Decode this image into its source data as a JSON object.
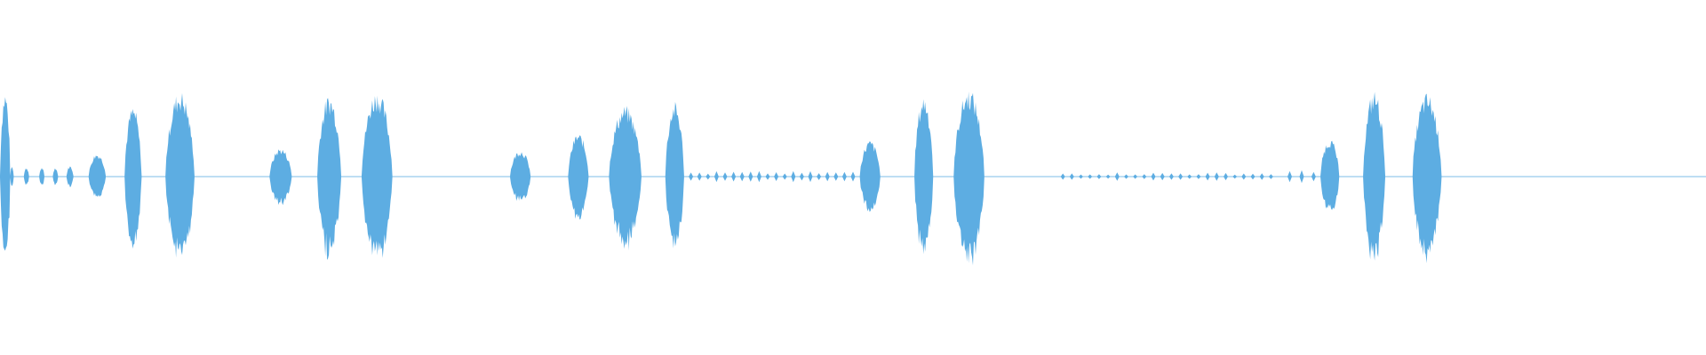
{
  "waveform": {
    "color": "#5dade2",
    "background": "#ffffff",
    "duration_fraction_segments": [
      {
        "start": 0.0,
        "end": 0.006,
        "amplitude": 0.95
      },
      {
        "start": 0.006,
        "end": 0.008,
        "amplitude": 0.12
      },
      {
        "start": 0.014,
        "end": 0.017,
        "amplitude": 0.1
      },
      {
        "start": 0.023,
        "end": 0.026,
        "amplitude": 0.1
      },
      {
        "start": 0.031,
        "end": 0.034,
        "amplitude": 0.1
      },
      {
        "start": 0.039,
        "end": 0.043,
        "amplitude": 0.12
      },
      {
        "start": 0.052,
        "end": 0.062,
        "amplitude": 0.26
      },
      {
        "start": 0.073,
        "end": 0.083,
        "amplitude": 0.78
      },
      {
        "start": 0.097,
        "end": 0.114,
        "amplitude": 0.95
      },
      {
        "start": 0.158,
        "end": 0.171,
        "amplitude": 0.32
      },
      {
        "start": 0.186,
        "end": 0.2,
        "amplitude": 0.9
      },
      {
        "start": 0.212,
        "end": 0.23,
        "amplitude": 0.95
      },
      {
        "start": 0.299,
        "end": 0.311,
        "amplitude": 0.3
      },
      {
        "start": 0.333,
        "end": 0.345,
        "amplitude": 0.48
      },
      {
        "start": 0.357,
        "end": 0.376,
        "amplitude": 0.78
      },
      {
        "start": 0.39,
        "end": 0.401,
        "amplitude": 0.82
      },
      {
        "start": 0.504,
        "end": 0.516,
        "amplitude": 0.4
      },
      {
        "start": 0.536,
        "end": 0.547,
        "amplitude": 0.9
      },
      {
        "start": 0.559,
        "end": 0.577,
        "amplitude": 0.97
      },
      {
        "start": 0.774,
        "end": 0.785,
        "amplitude": 0.42
      },
      {
        "start": 0.799,
        "end": 0.812,
        "amplitude": 0.95
      },
      {
        "start": 0.828,
        "end": 0.845,
        "amplitude": 0.92
      }
    ],
    "dot_clusters": [
      {
        "start": 0.405,
        "end": 0.5,
        "count": 20,
        "amplitude": 0.05
      },
      {
        "start": 0.623,
        "end": 0.745,
        "count": 24,
        "amplitude": 0.04
      },
      {
        "start": 0.756,
        "end": 0.77,
        "count": 3,
        "amplitude": 0.06
      }
    ]
  }
}
